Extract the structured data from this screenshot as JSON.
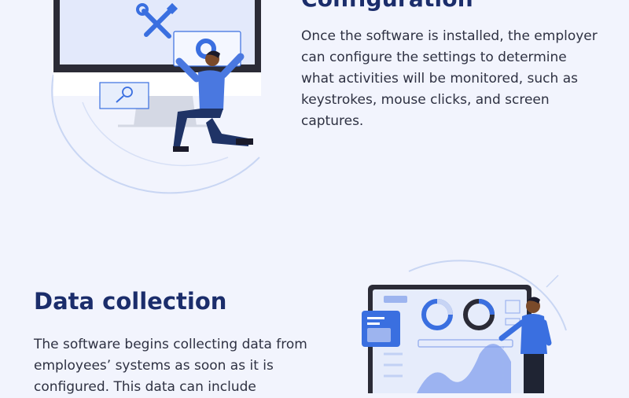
{
  "sections": [
    {
      "title": "Configuration",
      "body_lines": [
        "Once the software is installed, the employer",
        "can configure the settings to determine",
        "what activities will be monitored, such as",
        "keystrokes, mouse clicks, and screen",
        "captures."
      ]
    },
    {
      "title": "Data collection",
      "body_lines": [
        "The software begins collecting data from",
        "employees’ systems as soon as it is",
        "configured. This data can include"
      ]
    }
  ],
  "icons": {
    "settings": "wrench-screwdriver-icon",
    "gear": "gear-icon",
    "search": "magnifier-icon",
    "document": "document-icon"
  },
  "colors": {
    "background": "#f2f4fd",
    "heading": "#1b2d6b",
    "body_text": "#2e3142",
    "accent": "#3a6fe0"
  }
}
